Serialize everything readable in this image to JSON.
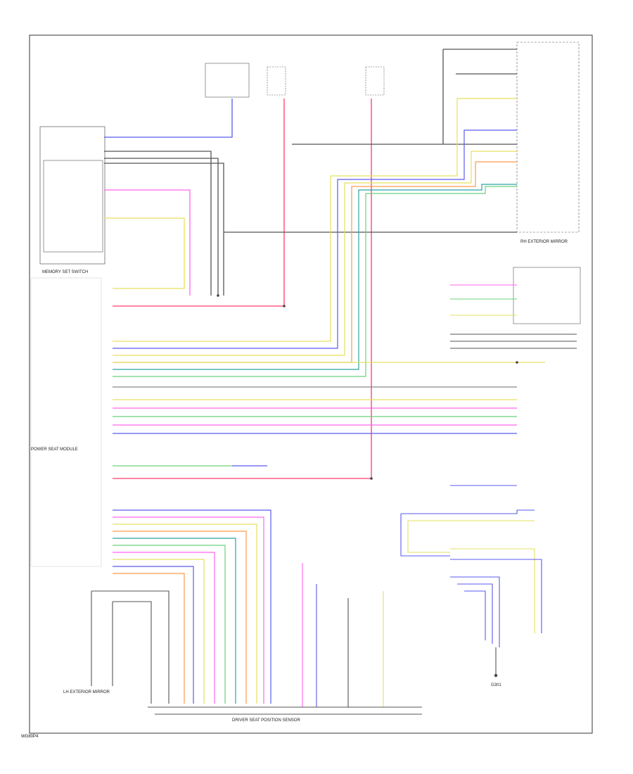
{
  "page_code": "WG80P4",
  "colors": {
    "black": "#222222",
    "grey": "#8c8c8c",
    "red": "#ff3a6a",
    "pink": "#ff66ee",
    "yellow": "#e6e060",
    "green": "#6cd07a",
    "blue": "#5a5af0",
    "teal": "#2aa2a8",
    "orange": "#ff9a4a",
    "lightblue": "#88a8ff"
  },
  "components": {
    "mirror_switch": "MEMORY SET SWITCH",
    "rh_connector": "RH EXTERIOR MIRROR",
    "bottom_connector": "POWER SEAT MODULE",
    "lh_mirror": "LH EXTERIOR MIRROR",
    "ground": "G301",
    "sensor": "DRIVER SEAT POSITION SENSOR"
  }
}
